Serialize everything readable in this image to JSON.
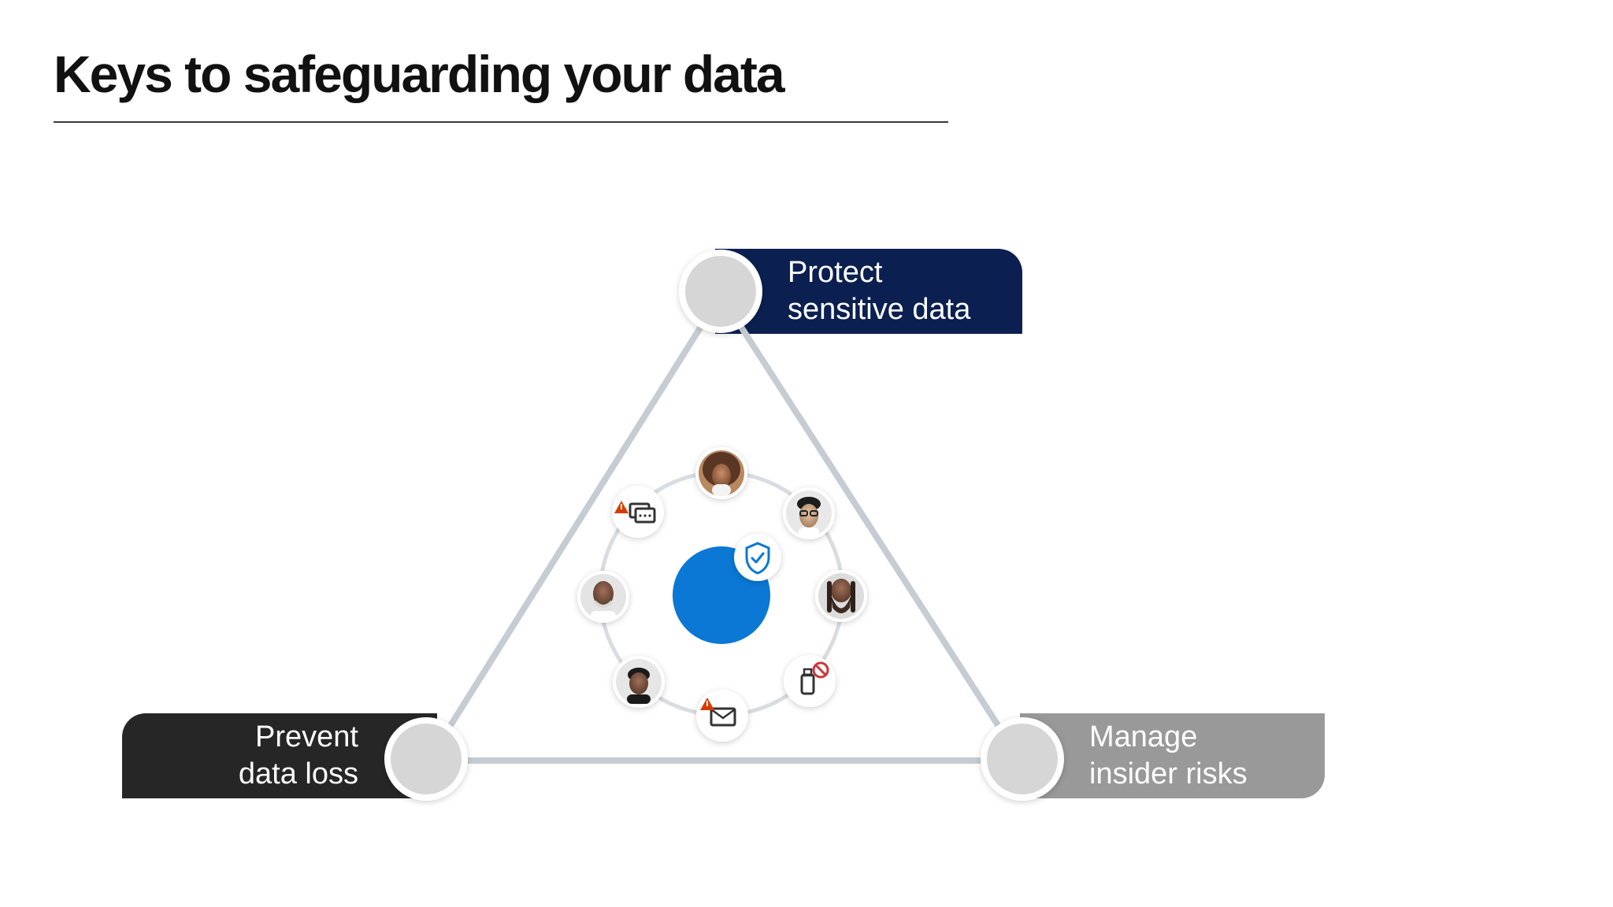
{
  "slide": {
    "title": "Keys to safeguarding your data"
  },
  "pillars": {
    "protect": {
      "line1": "Protect",
      "line2": "sensitive data",
      "color": "#0b2050"
    },
    "prevent": {
      "line1": "Prevent",
      "line2": "data loss",
      "color": "#262626"
    },
    "manage": {
      "line1": "Manage",
      "line2": "insider risks",
      "color": "#999999"
    }
  },
  "hub": {
    "center_color": "#0a78d4",
    "badge_icon": "shield-check-icon",
    "orbit_items": [
      {
        "kind": "person",
        "icon": "person-avatar-icon"
      },
      {
        "kind": "person",
        "icon": "person-avatar-icon"
      },
      {
        "kind": "person",
        "icon": "person-avatar-icon"
      },
      {
        "kind": "device",
        "icon": "usb-drive-blocked-icon"
      },
      {
        "kind": "message",
        "icon": "email-warning-icon"
      },
      {
        "kind": "person",
        "icon": "person-avatar-icon"
      },
      {
        "kind": "person",
        "icon": "person-avatar-icon"
      },
      {
        "kind": "message",
        "icon": "chat-warning-icon"
      }
    ]
  },
  "colors": {
    "triangle_edge": "#c5ccd3",
    "node_fill": "#d6d6d6",
    "warning": "#d83b01",
    "blocked": "#d13438",
    "accent": "#0a78d4"
  }
}
